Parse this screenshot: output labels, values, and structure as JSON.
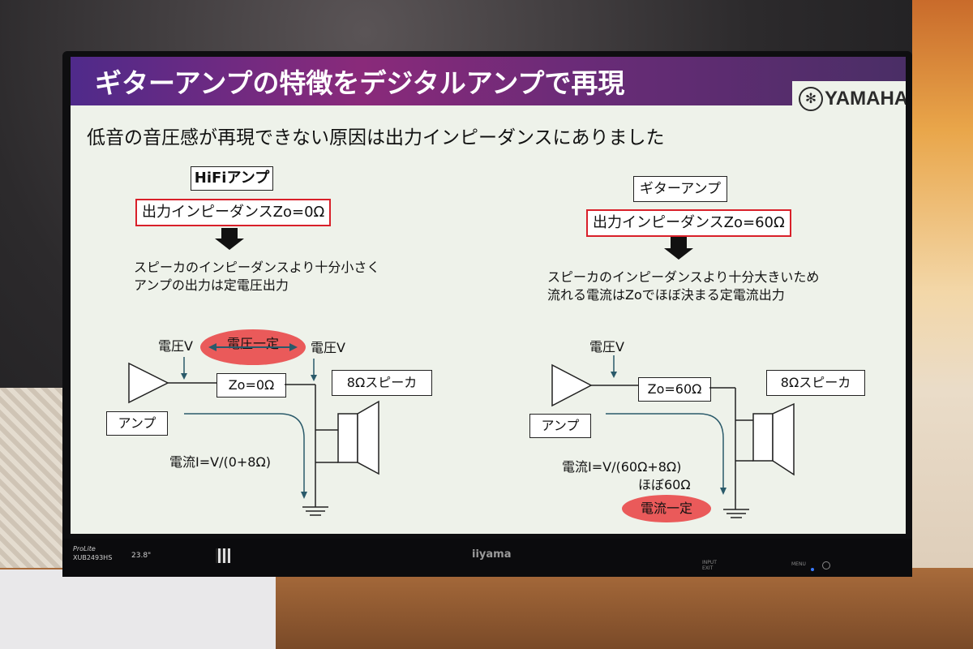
{
  "slide": {
    "title": "ギターアンプの特徴をデジタルアンプで再現",
    "brand": "YAMAHA",
    "subtitle": "低音の音圧感が再現できない原因は出力インピーダンスにありました"
  },
  "left": {
    "heading": "HiFiアンプ",
    "impedance": "出力インピーダンスZo=0Ω",
    "note_line1": "スピーカのインピーダンスより十分小さく",
    "note_line2": "アンプの出力は定電圧出力",
    "voltage_left": "電圧V",
    "voltage_right": "電圧V",
    "highlight": "電圧一定",
    "resistor": "Zo=0Ω",
    "speaker": "8Ωスピーカ",
    "amp": "アンプ",
    "current": "電流I=V/(0+8Ω)"
  },
  "right": {
    "heading": "ギターアンプ",
    "impedance": "出力インピーダンスZo=60Ω",
    "note_line1": "スピーカのインピーダンスより十分大きいため",
    "note_line2": "流れる電流はZoでほぼ決まる定電流出力",
    "voltage": "電圧V",
    "resistor": "Zo=60Ω",
    "speaker": "8Ωスピーカ",
    "amp": "アンプ",
    "current_line1": "電流I=V/(60Ω+8Ω)",
    "current_line2": "ほぼ60Ω",
    "highlight": "電流一定"
  },
  "monitor": {
    "brand": "iiyama",
    "model_line1": "ProLite",
    "model_line2": "XUB2493HS",
    "size": "23.8\"",
    "menu": "MENU",
    "input": "INPUT EXIT"
  },
  "colors": {
    "header_start": "#4f2a8a",
    "header_mid": "#8a2a7a",
    "red": "#d9202a",
    "pill": "#ea5a5a",
    "wire": "#2a5a6a"
  }
}
